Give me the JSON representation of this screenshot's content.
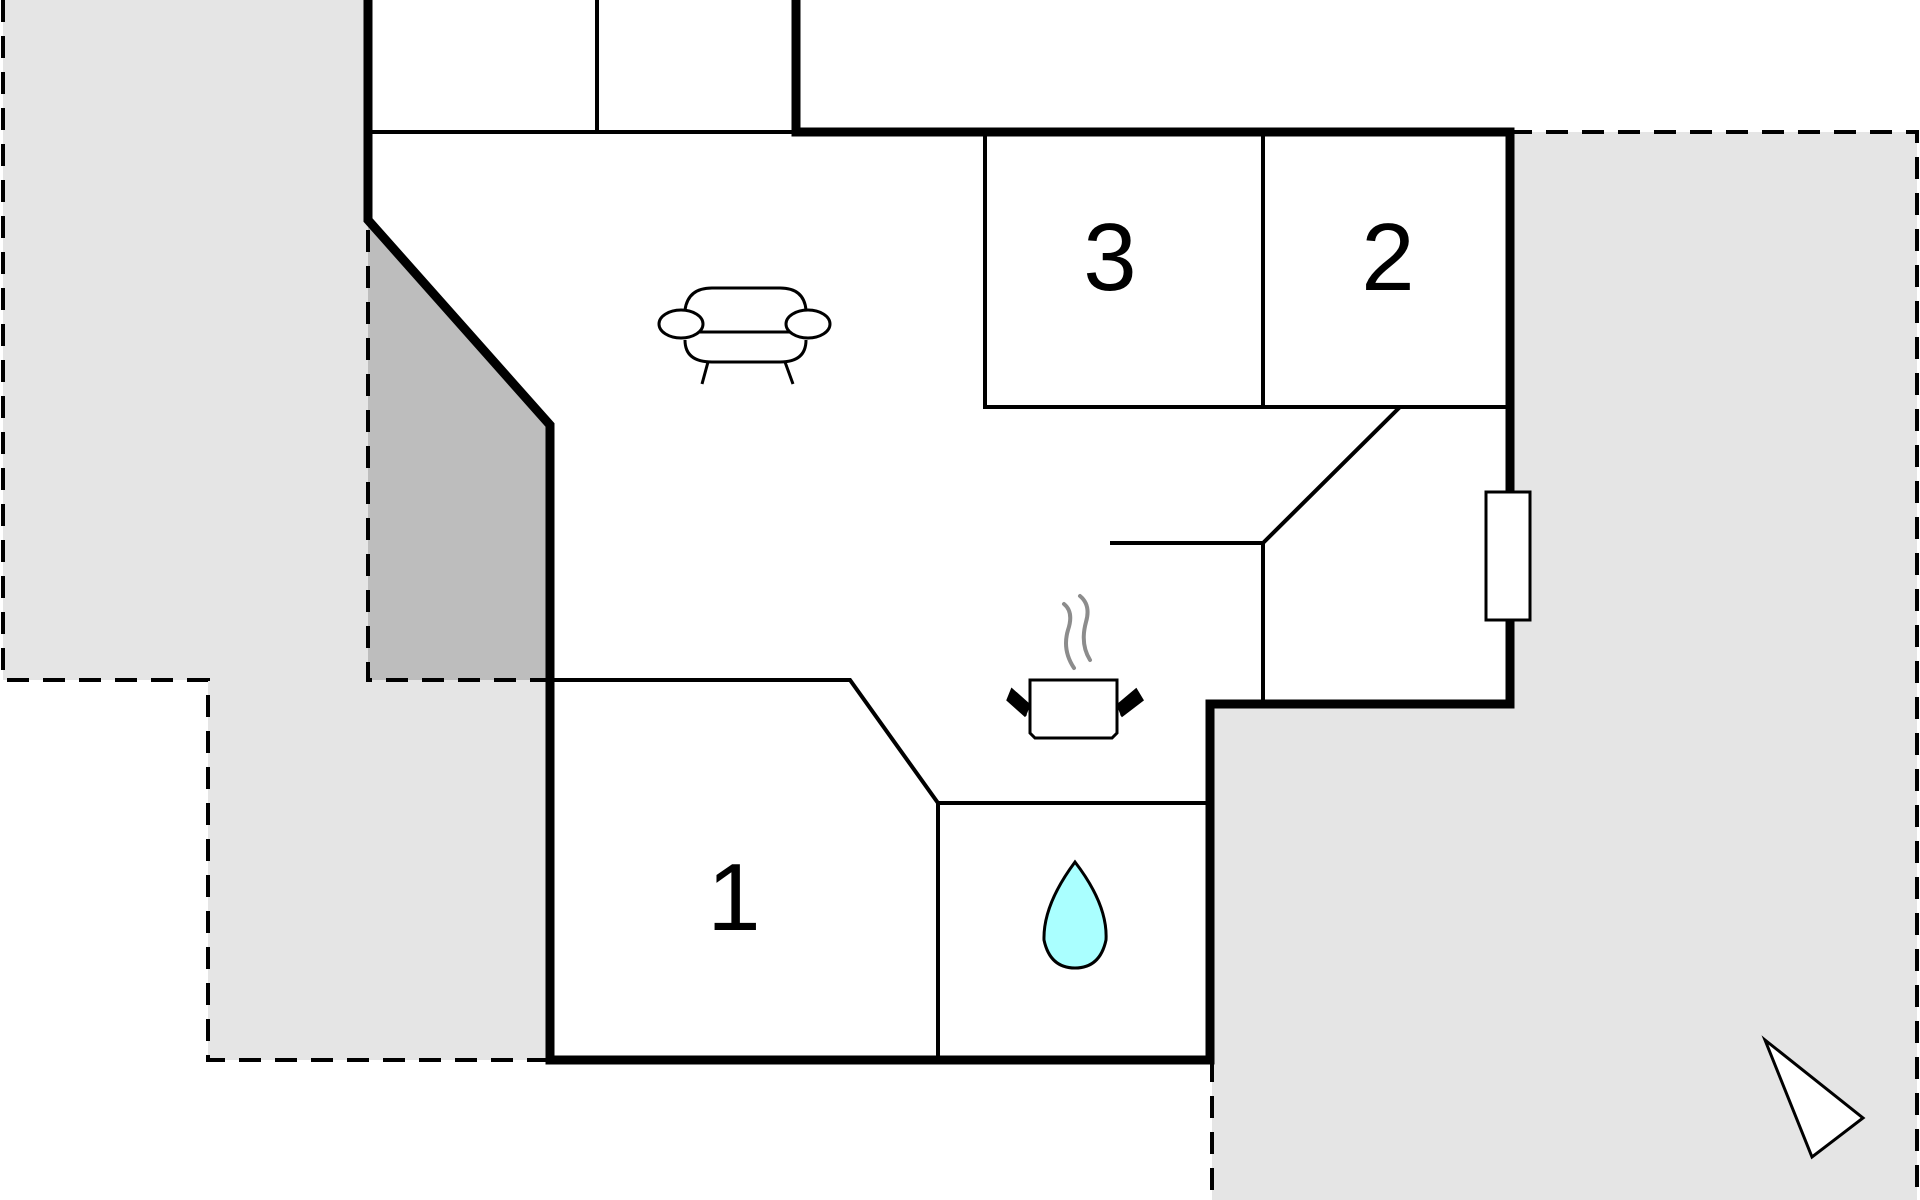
{
  "floor_plan": {
    "rooms": [
      {
        "id": "bedroom-1",
        "label": "1"
      },
      {
        "id": "bedroom-2",
        "label": "2"
      },
      {
        "id": "bedroom-3",
        "label": "3"
      }
    ],
    "icons": {
      "living": "sofa-icon",
      "kitchen": "cooking-pot-icon",
      "bathroom": "water-drop-icon",
      "north": "compass-pointer-icon",
      "door": "door-icon"
    },
    "colors": {
      "wall": "#000000",
      "terrace": "#e5e5e5",
      "covered_terrace": "#bdbdbd",
      "water_drop": "#aaffff",
      "steam": "#8c8c8c",
      "background": "#ffffff"
    }
  }
}
